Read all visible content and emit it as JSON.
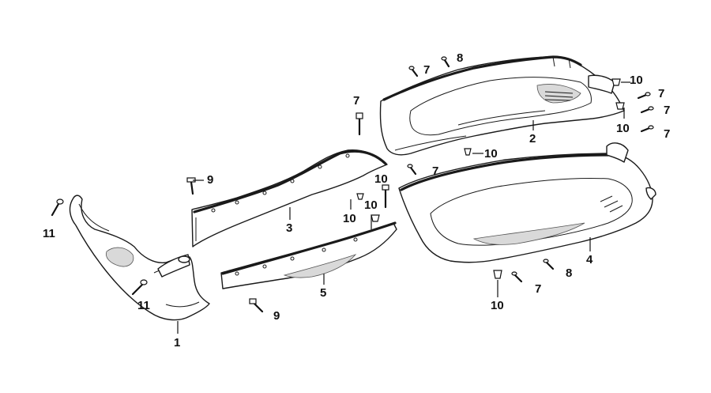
{
  "callouts": [
    {
      "label": "1"
    },
    {
      "label": "2"
    },
    {
      "label": "3"
    },
    {
      "label": "4"
    },
    {
      "label": "5"
    },
    {
      "label": "7"
    },
    {
      "label": "7"
    },
    {
      "label": "7"
    },
    {
      "label": "7"
    },
    {
      "label": "7"
    },
    {
      "label": "7"
    },
    {
      "label": "7"
    },
    {
      "label": "8"
    },
    {
      "label": "8"
    },
    {
      "label": "9"
    },
    {
      "label": "9"
    },
    {
      "label": "10"
    },
    {
      "label": "10"
    },
    {
      "label": "10"
    },
    {
      "label": "10"
    },
    {
      "label": "10"
    },
    {
      "label": "10"
    },
    {
      "label": "10"
    },
    {
      "label": "11"
    },
    {
      "label": "11"
    }
  ]
}
